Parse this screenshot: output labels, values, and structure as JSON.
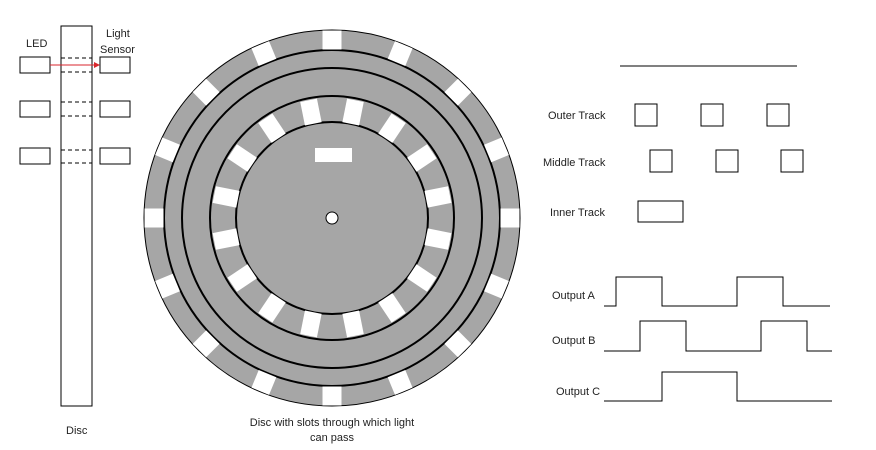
{
  "labels": {
    "led": "LED",
    "light_sensor_line1": "Light",
    "light_sensor_line2": "Sensor",
    "disc": "Disc",
    "disc_caption_line1": "Disc with slots through which light",
    "disc_caption_line2": "can pass",
    "outer_track": "Outer Track",
    "middle_track": "Middle Track",
    "inner_track": "Inner Track",
    "output_a": "Output A",
    "output_b": "Output B",
    "output_c": "Output C"
  },
  "colors": {
    "disc_fill": "#a6a6a6",
    "slot": "#ffffff",
    "line": "#000000",
    "light_beam": "#d9262c"
  },
  "disc": {
    "outer_slot_count": 16,
    "middle_slot_count": 16,
    "inner_slot_count": 1
  }
}
